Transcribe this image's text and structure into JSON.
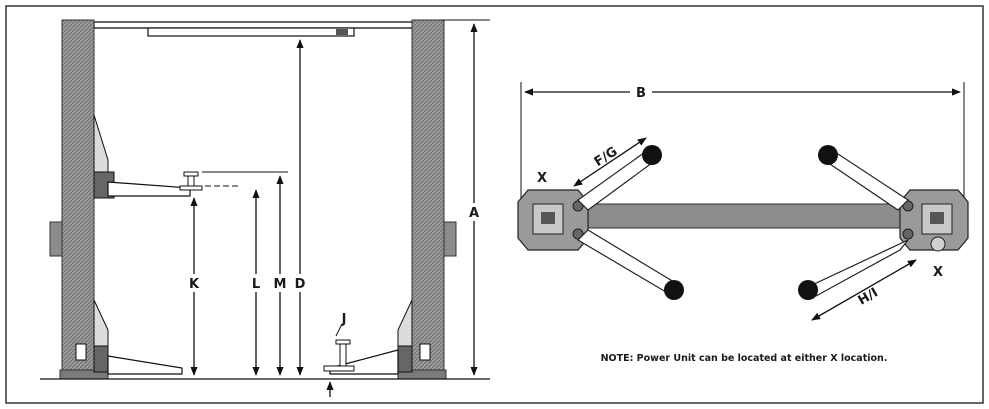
{
  "front_view": {
    "labels": {
      "a": "A",
      "d": "D",
      "j": "J",
      "k": "K",
      "l": "L",
      "m": "M"
    }
  },
  "top_view": {
    "labels": {
      "b": "B",
      "fg": "F/G",
      "hi": "H/I",
      "x_left": "X",
      "x_right": "X"
    },
    "note": "NOTE: Power Unit can be located at either X location."
  },
  "colors": {
    "column": "#8c8c8c",
    "column_dark": "#5e5e5e",
    "line": "#111111",
    "background": "#ffffff"
  }
}
